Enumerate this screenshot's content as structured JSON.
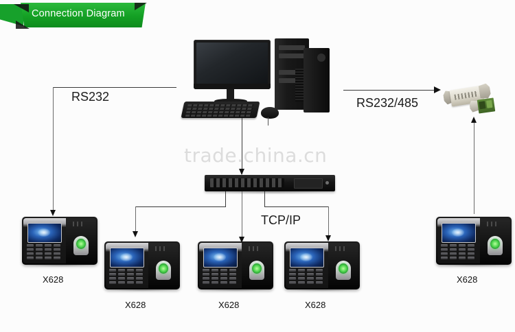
{
  "banner": {
    "title": "Connection Diagram",
    "color": "#14a024"
  },
  "watermark": {
    "text": "trade.china.cn",
    "color": "#dcdcdc"
  },
  "links": [
    {
      "id": "rs232",
      "label": "RS232"
    },
    {
      "id": "rs232_485",
      "label": "RS232/485"
    },
    {
      "id": "tcpip",
      "label": "TCP/IP"
    }
  ],
  "nodes": {
    "pc": {
      "name": "desktop-computer"
    },
    "switch": {
      "name": "network-switch"
    },
    "converter": {
      "name": "rs232-485-converter"
    }
  },
  "terminals": [
    {
      "label": "X628",
      "connection": "RS232"
    },
    {
      "label": "X628",
      "connection": "TCP/IP"
    },
    {
      "label": "X628",
      "connection": "TCP/IP"
    },
    {
      "label": "X628",
      "connection": "TCP/IP"
    },
    {
      "label": "X628",
      "connection": "RS232/485"
    }
  ]
}
